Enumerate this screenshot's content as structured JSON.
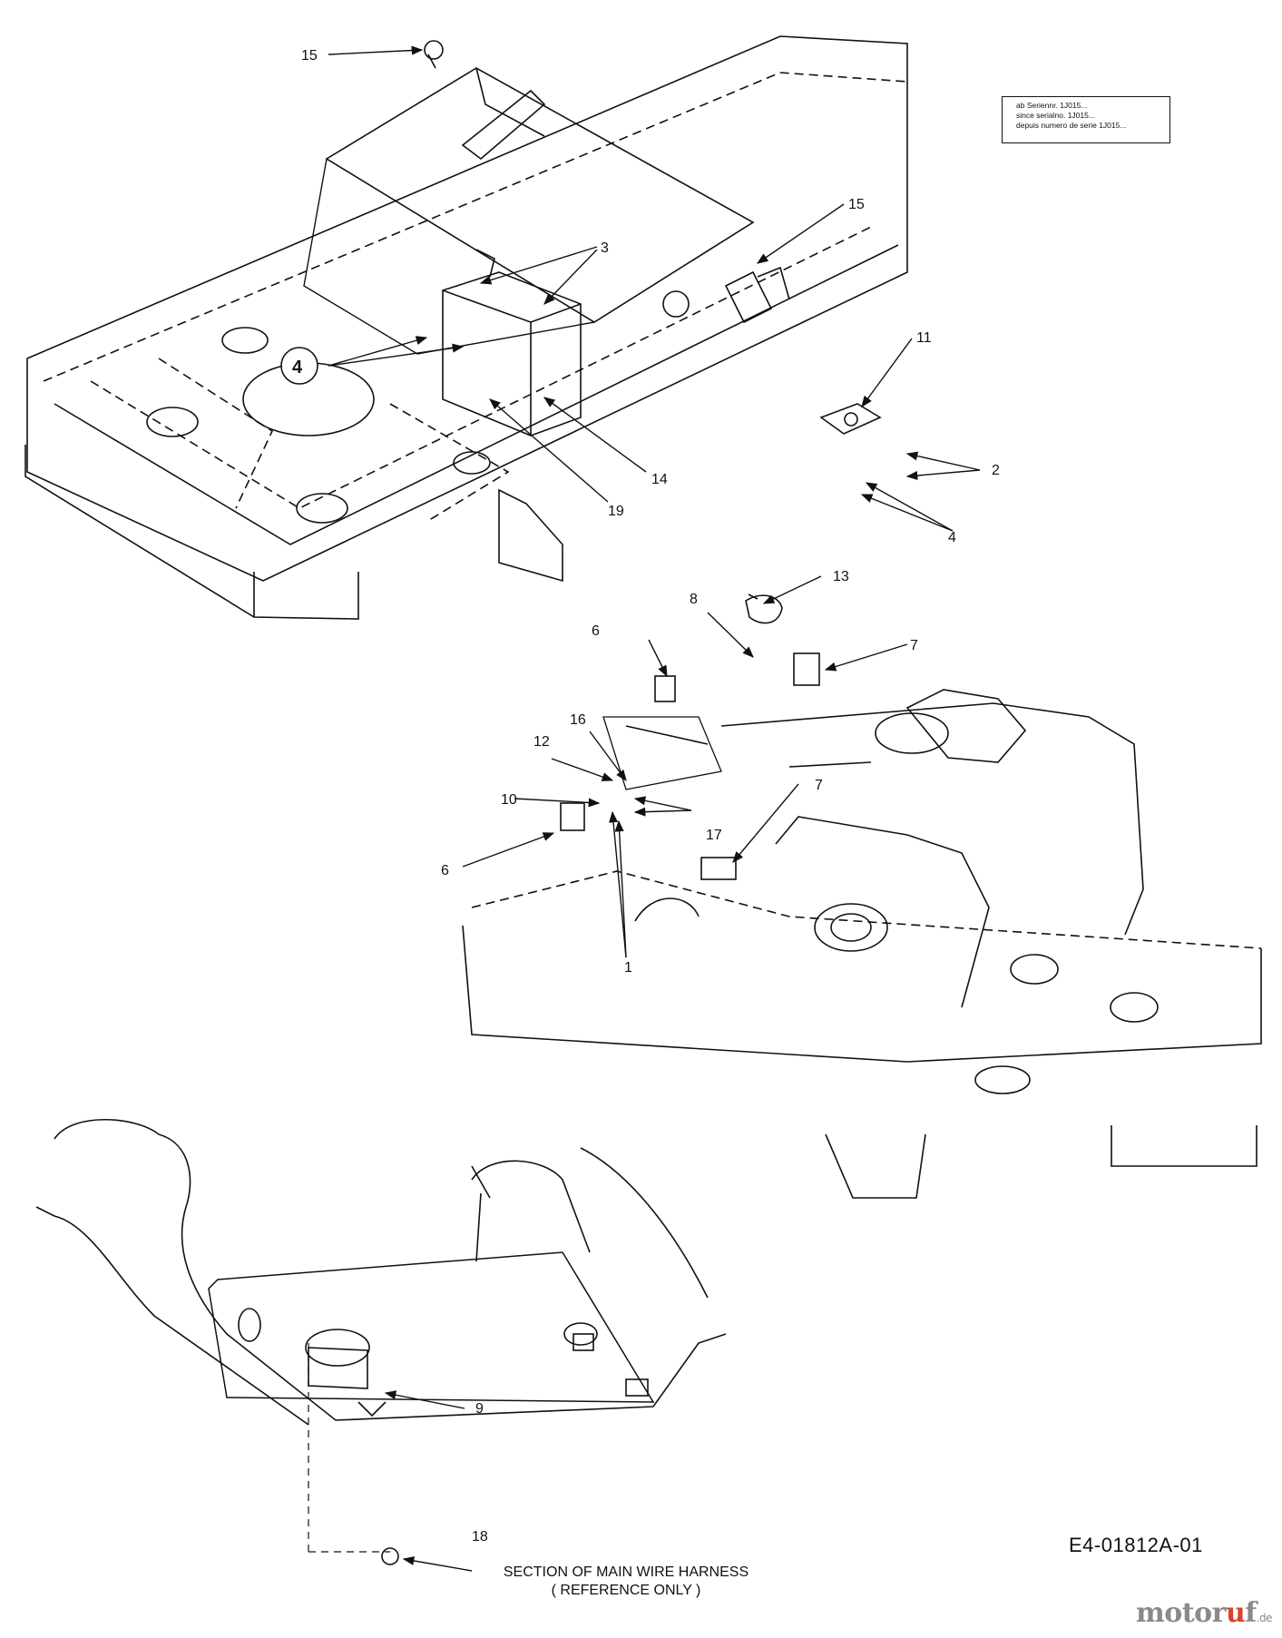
{
  "note": {
    "line1": "ab Seriennr. 1J015...",
    "line2": "since serialno. 1J015...",
    "line3": "depuis numero de serie 1J015..."
  },
  "callouts": {
    "c15a": "15",
    "c15b": "15",
    "c3": "3",
    "c4a": "4",
    "c4b": "4",
    "c11": "11",
    "c2": "2",
    "c14": "14",
    "c19": "19",
    "c13": "13",
    "c8": "8",
    "c7a": "7",
    "c7b": "7",
    "c6a": "6",
    "c6b": "6",
    "c16": "16",
    "c12": "12",
    "c10": "10",
    "c17": "17",
    "c1": "1",
    "c9": "9",
    "c18": "18"
  },
  "harness_label": {
    "line1": "SECTION OF MAIN WIRE HARNESS",
    "line2": "( REFERENCE ONLY )"
  },
  "drawing_code": "E4-01812A-01",
  "logo": {
    "main_a": "motor",
    "main_u": "u",
    "main_b": "f",
    "suffix": ".de"
  }
}
